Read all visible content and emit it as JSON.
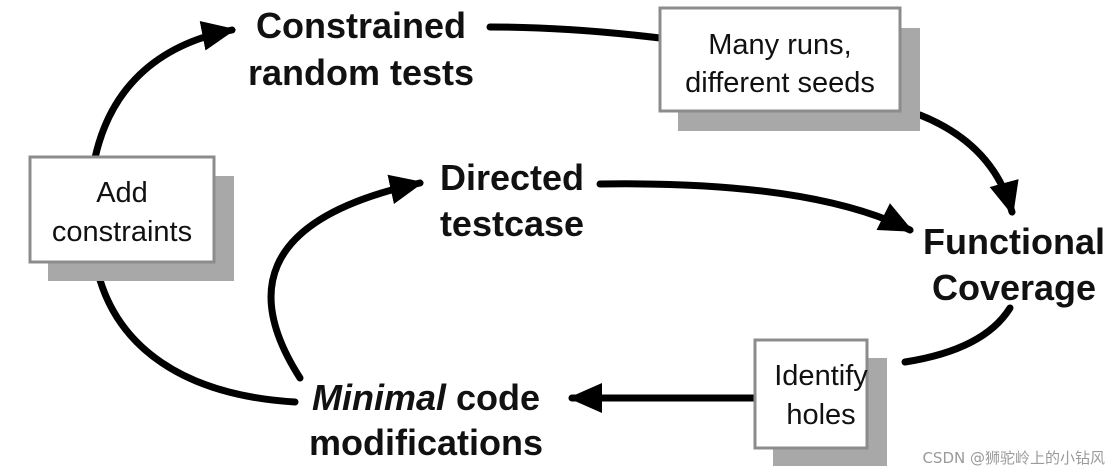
{
  "nodes": {
    "constrained_random_tests": {
      "line1": "Constrained",
      "line2": "random tests"
    },
    "functional_coverage": {
      "line1": "Functional",
      "line2": "Coverage"
    },
    "directed_testcase": {
      "line1": "Directed",
      "line2": "testcase"
    },
    "minimal_code_modifications": {
      "line1_italic": "Minimal",
      "line1_rest": " code",
      "line2": "modifications"
    }
  },
  "boxes": {
    "many_runs": {
      "line1": "Many runs,",
      "line2": "different seeds"
    },
    "add_constraints": {
      "line1": "Add",
      "line2": "constraints"
    },
    "identify_holes": {
      "line1": "Identify",
      "line2": "holes"
    }
  },
  "watermark": "CSDN @狮驼岭上的小钻风",
  "colors": {
    "arrow": "#000000",
    "box_shadow": "#a8a8a8",
    "box_border": "#8c8c8c",
    "text": "#111111",
    "watermark": "#9a9a9a"
  }
}
